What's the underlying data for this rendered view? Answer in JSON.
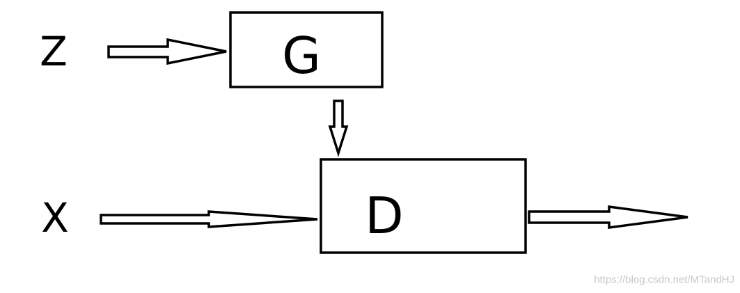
{
  "diagram": {
    "inputs": {
      "z": "Z",
      "x": "X"
    },
    "boxes": {
      "g": "G",
      "d": "D"
    }
  },
  "watermark": "https://blog.csdn.net/MTandHJ",
  "colors": {
    "stroke": "#000000",
    "fill": "#ffffff",
    "watermark": "#c8c8c8"
  }
}
